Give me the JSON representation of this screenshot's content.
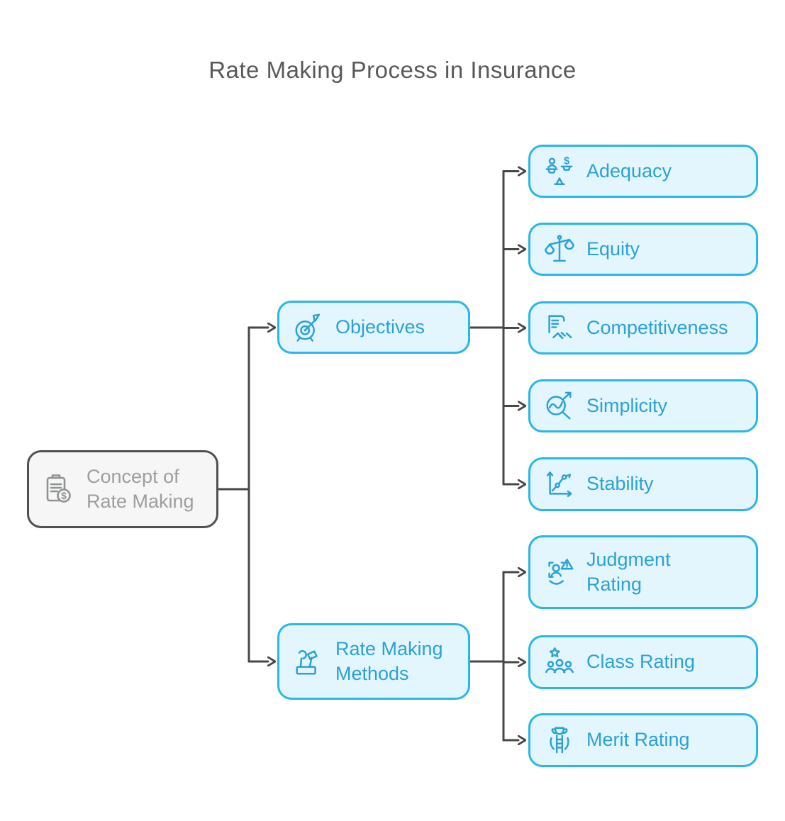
{
  "title": "Rate Making Process in Insurance",
  "colors": {
    "accent": "#29b6e8",
    "accent_fill": "#e4f6fd",
    "accent_text": "#2ba1d6",
    "neutral_border": "#505052",
    "neutral_fill": "#f6f6f6",
    "neutral_text": "#9c9ea0",
    "connector": "#474747",
    "title_color": "#58595b"
  },
  "nodes": {
    "root": {
      "label": "Concept of Rate Making",
      "icon": "clipboard-dollar-icon"
    },
    "objectives": {
      "label": "Objectives",
      "icon": "target-dart-icon"
    },
    "methods": {
      "label": "Rate Making Methods",
      "icon": "tools-icon"
    },
    "adequacy": {
      "label": "Adequacy",
      "icon": "balance-person-dollar-icon"
    },
    "equity": {
      "label": "Equity",
      "icon": "justice-scales-icon"
    },
    "competitiveness": {
      "label": "Competitiveness",
      "icon": "contract-handshake-icon"
    },
    "simplicity": {
      "label": "Simplicity",
      "icon": "magnifier-trend-icon"
    },
    "stability": {
      "label": "Stability",
      "icon": "growth-chart-icon"
    },
    "judgment": {
      "label": "Judgment Rating",
      "icon": "person-alert-icon"
    },
    "class": {
      "label": "Class Rating",
      "icon": "group-star-icon"
    },
    "merit": {
      "label": "Merit Rating",
      "icon": "ladder-trophy-icon"
    }
  },
  "structure": {
    "root_children": [
      "objectives",
      "methods"
    ],
    "objectives_children": [
      "adequacy",
      "equity",
      "competitiveness",
      "simplicity",
      "stability"
    ],
    "methods_children": [
      "judgment",
      "class",
      "merit"
    ]
  }
}
